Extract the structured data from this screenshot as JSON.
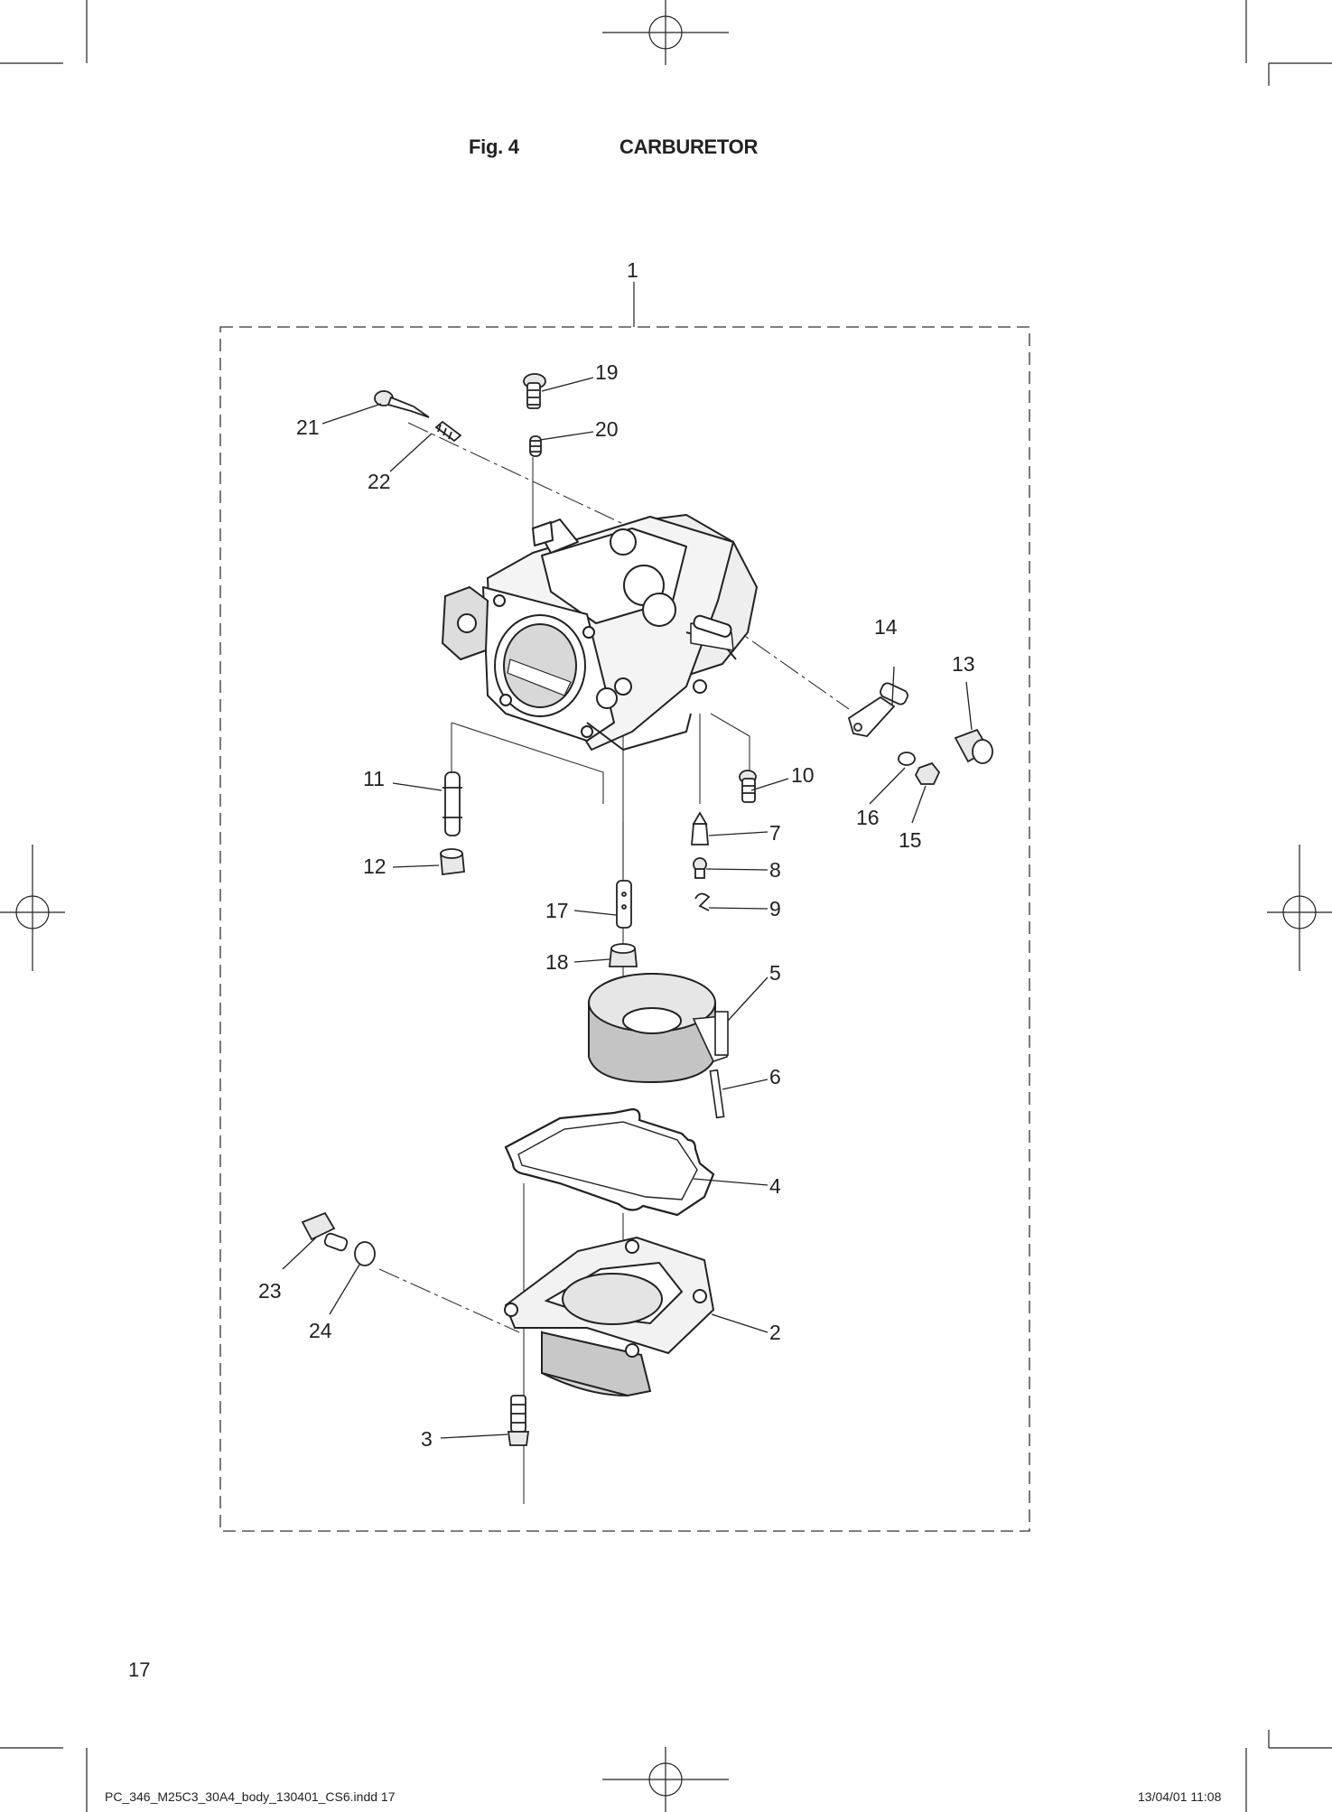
{
  "header": {
    "figure_number": "Fig. 4",
    "figure_title": "CARBURETOR"
  },
  "diagram": {
    "callouts": [
      "1",
      "2",
      "3",
      "4",
      "5",
      "6",
      "7",
      "8",
      "9",
      "10",
      "11",
      "12",
      "13",
      "14",
      "15",
      "16",
      "17",
      "18",
      "19",
      "20",
      "21",
      "22",
      "23",
      "24"
    ]
  },
  "footer": {
    "page_number": "17",
    "slug_file": "PC_346_M25C3_30A4_body_130401_CS6.indd   17",
    "slug_date": "13/04/01   11:08"
  },
  "colors": {
    "ink": "#222222",
    "paper": "#ffffff",
    "shade": "#b8b8b8"
  }
}
